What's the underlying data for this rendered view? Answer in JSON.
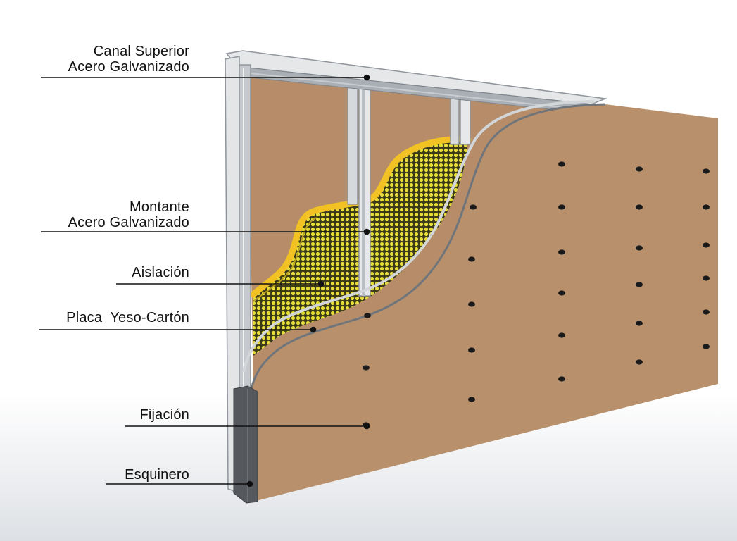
{
  "labels": {
    "top_track": [
      "Canal Superior",
      "Acero Galvanizado"
    ],
    "stud": [
      "Montante",
      "Acero Galvanizado"
    ],
    "insulation": "Aislación",
    "gypsum_board": "Placa  Yeso-Cartón",
    "fastener": "Fijación",
    "corner_bead": "Esquinero"
  },
  "colors": {
    "board": "#b7906c",
    "board_edge": "#8c6b4e",
    "steel": "#d3d6d9",
    "steel_dark": "#8f959b",
    "insulation": "#d6cc2e",
    "insulation_face": "#f2c224",
    "corner_bead": "#55585c",
    "screw": "#1a1a1a",
    "leader_line": "#111111"
  }
}
